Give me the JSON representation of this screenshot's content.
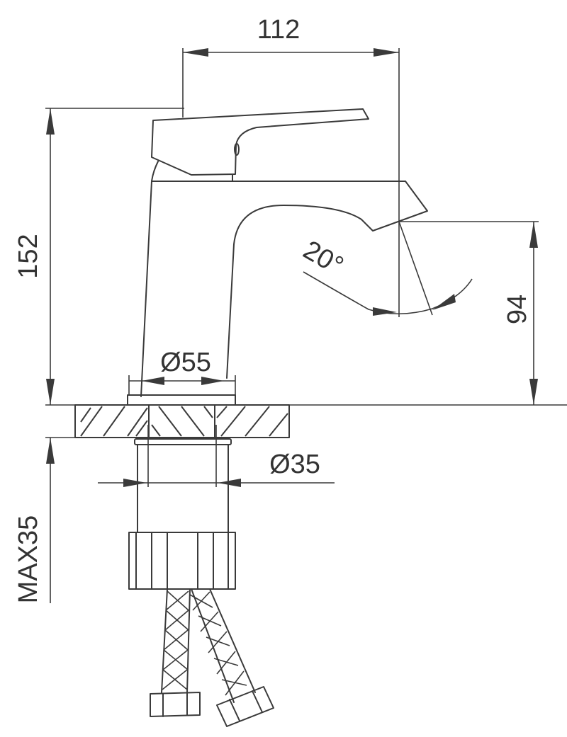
{
  "drawing": {
    "subject": "Single-lever basin faucet technical drawing",
    "line_color": "#3a3a3a",
    "background": "#ffffff",
    "dimensions": {
      "width_spout": "112",
      "height_total": "152",
      "spout_height": "94",
      "lever_angle": "20°",
      "base_diameter": "Ø55",
      "shank_diameter": "Ø35",
      "max_countertop_thickness": "MAX35"
    }
  }
}
